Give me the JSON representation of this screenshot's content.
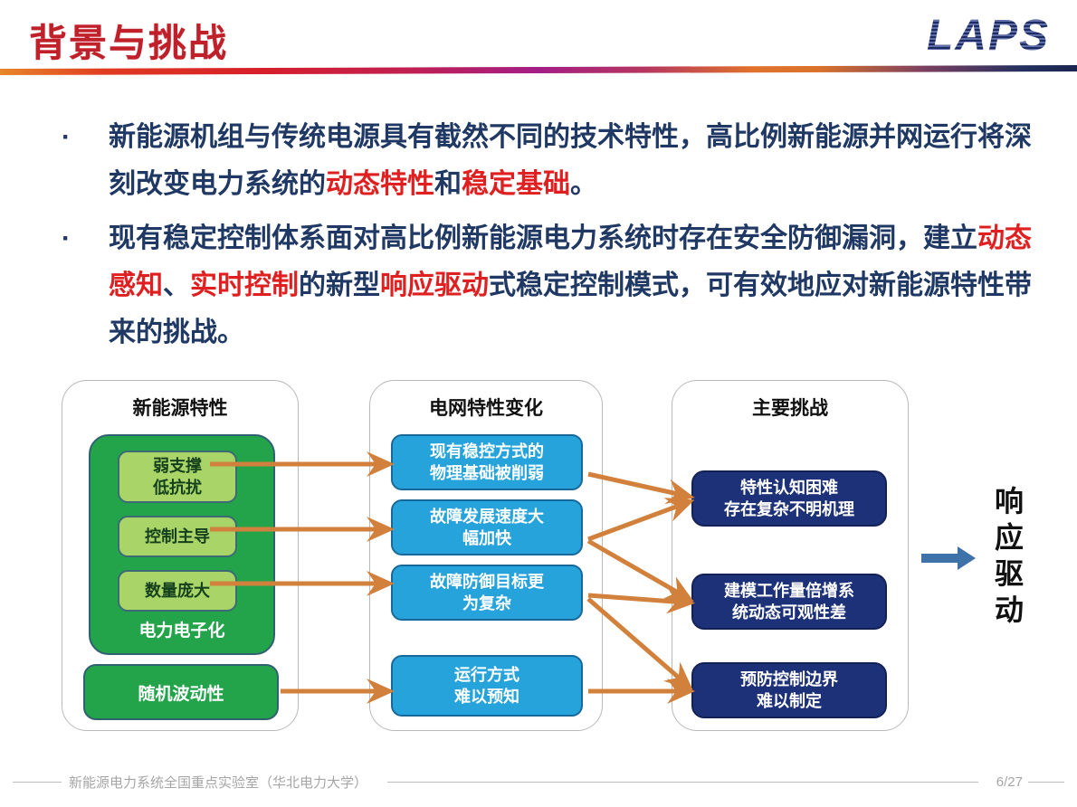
{
  "header": {
    "title": "背景与挑战",
    "logo": "LAPS",
    "accent_red": "#c0202a",
    "logo_navy": "#1f2a66"
  },
  "bullets": [
    {
      "marker": "·",
      "segments": [
        {
          "text": "新能源机组与传统电源具有截然不同的技术特性，高比例新能源并网运行将深刻改变电力系统的",
          "highlight": false
        },
        {
          "text": "动态特性",
          "highlight": true
        },
        {
          "text": "和",
          "highlight": false
        },
        {
          "text": "稳定基础",
          "highlight": true
        },
        {
          "text": "。",
          "highlight": false
        }
      ]
    },
    {
      "marker": "·",
      "segments": [
        {
          "text": "现有稳定控制体系面对高比例新能源电力系统时存在安全防御漏洞，建立",
          "highlight": false
        },
        {
          "text": "动态感知",
          "highlight": true
        },
        {
          "text": "、",
          "highlight": false
        },
        {
          "text": "实时控制",
          "highlight": true
        },
        {
          "text": "的新型",
          "highlight": false
        },
        {
          "text": "响应驱动",
          "highlight": true
        },
        {
          "text": "式稳定控制模式，可有效地应对新能源特性带来的挑战。",
          "highlight": false
        }
      ]
    }
  ],
  "diagram": {
    "columns": [
      {
        "title": "新能源特性"
      },
      {
        "title": "电网特性变化"
      },
      {
        "title": "主要挑战"
      }
    ],
    "green_group": {
      "label": "电力电子化",
      "items": [
        {
          "line1": "弱支撑",
          "line2": "低抗扰"
        },
        {
          "line1": "控制主导",
          "line2": ""
        },
        {
          "line1": "数量庞大",
          "line2": ""
        }
      ]
    },
    "green_solo": "随机波动性",
    "grid_boxes": [
      {
        "line1": "现有稳控方式的",
        "line2": "物理基础被削弱"
      },
      {
        "line1": "故障发展速度大",
        "line2": "幅加快"
      },
      {
        "line1": "故障防御目标更",
        "line2": "为复杂"
      },
      {
        "line1": "运行方式",
        "line2": "难以预知"
      }
    ],
    "challenge_boxes": [
      {
        "line1": "特性认知困难",
        "line2": "存在复杂不明机理"
      },
      {
        "line1": "建模工作量倍增系",
        "line2": "统动态可观性差"
      },
      {
        "line1": "预防控制边界",
        "line2": "难以制定"
      }
    ],
    "output_label": [
      "响",
      "应",
      "驱",
      "动"
    ],
    "colors": {
      "green_group": "#23a34a",
      "green_inner": "#a9d468",
      "blue_box": "#26a3db",
      "navy_box": "#1c3178",
      "arrow": "#d2813c",
      "out_arrow": "#3f72a8"
    }
  },
  "footer": {
    "text": "新能源电力系统全国重点实验室（华北电力大学）",
    "page": "6/27"
  }
}
